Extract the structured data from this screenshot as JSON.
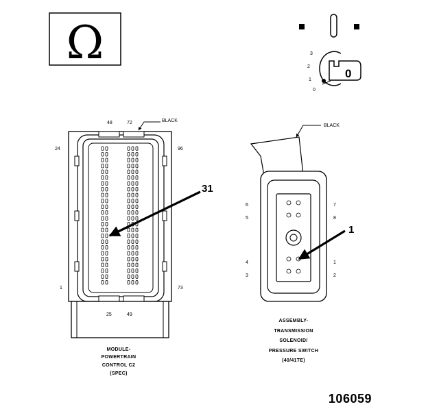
{
  "omega_symbol": "Ω",
  "key_switch": {
    "positions": [
      "3",
      "2",
      "1",
      "0"
    ],
    "key_label": "0"
  },
  "left_connector": {
    "wire_color": "BLACK",
    "top_pins": [
      "48",
      "72"
    ],
    "left_pins": [
      "24",
      "1"
    ],
    "right_pins": [
      "96",
      "73"
    ],
    "bottom_pins": [
      "25",
      "49"
    ],
    "callout": "31",
    "caption": [
      "MODULE-",
      "POWERTRAIN",
      "CONTROL C2",
      "(SPEC)"
    ]
  },
  "right_connector": {
    "wire_color": "BLACK",
    "left_pins": [
      "6",
      "5",
      "4",
      "3"
    ],
    "right_pins": [
      "7",
      "8",
      "1",
      "2"
    ],
    "callout": "1",
    "caption": [
      "ASSEMBLY-",
      "TRANSMISSION",
      "SOLENOID/",
      "PRESSURE SWITCH",
      "(40/41TE)"
    ]
  },
  "figure_number": "106059"
}
